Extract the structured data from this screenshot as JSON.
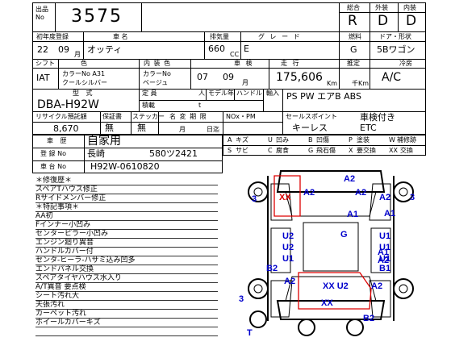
{
  "lot": {
    "label": "出品\nNo",
    "number": "3575"
  },
  "grades": {
    "total_label": "総合",
    "exterior_label": "外装",
    "interior_label": "内装",
    "total": "R",
    "exterior": "D",
    "interior": "D"
  },
  "row1": {
    "reg_label": "初年度登録",
    "name_label": "車 名",
    "displacement_label": "排気量",
    "grade_label": "グ レ ー ド",
    "fuel_label": "燃料",
    "door_label": "ドア・形状",
    "reg_year": "22",
    "reg_month": "09",
    "month_unit": "月",
    "car_name": "オッティ",
    "displacement": "660",
    "cc_unit": "CC",
    "grade": "E",
    "fuel": "G",
    "door": "5Bワゴン"
  },
  "row2": {
    "shift_label": "シフト",
    "color_label": "色",
    "interior_label": "内 装 色",
    "inspection_label": "車 検",
    "mileage_label": "走 行",
    "estimate_label": "推定",
    "ac_label": "冷房",
    "shift": "IAT",
    "color_no": "カラーNo A31",
    "color_name": "クールシルバー",
    "interior_color_no": "カラーNo",
    "interior_color_name": "ベージュ",
    "inspection_year": "07",
    "inspection_month": "09",
    "month_unit": "月",
    "mileage": "175,606",
    "km_unit": "Km",
    "thousand_km": "千Km",
    "ac": "A/C"
  },
  "row3": {
    "model_label": "型 式",
    "capacity_label": "定 員",
    "capacity_unit": "人",
    "model_year_label": "モデル年",
    "handle_label": "ハンドル",
    "import_label": "輸入",
    "load_label": "積載",
    "load_unit": "t",
    "model": "DBA-H92W",
    "equipment": "PS PW エアB ABS"
  },
  "row4": {
    "recycle_label": "リサイクル預託額",
    "warranty_label": "保証書",
    "sticker_label": "ステッカー",
    "change_label": "名 変 期 限",
    "nox_label": "NOx・PM",
    "sales_label": "セールスポイント",
    "recycle_amount": "8,670",
    "warranty": "無",
    "sticker": "無",
    "month_unit": "月",
    "date_unit": "日迄",
    "sales_point": "車検付き",
    "keyless": "キーレス",
    "etc": "ETC"
  },
  "history": {
    "history_label": "車 歴",
    "history_value": "自家用",
    "number_label": "登 録 No",
    "number_region": "長崎",
    "number_plate": "580ツ2421",
    "frame_label": "車 台 No",
    "frame_value": "H92W-0610820"
  },
  "legend": [
    {
      "code": "A",
      "text": "キズ"
    },
    {
      "code": "U",
      "text": "凹み"
    },
    {
      "code": "B",
      "text": "凹傷"
    },
    {
      "code": "P",
      "text": "塗装"
    },
    {
      "code": "W",
      "text": "補修跡"
    },
    {
      "code": "S",
      "text": "サビ"
    },
    {
      "code": "C",
      "text": "腐食"
    },
    {
      "code": "G",
      "text": "飛石傷"
    },
    {
      "code": "X",
      "text": "要交換"
    },
    {
      "code": "XX",
      "text": "交換"
    }
  ],
  "notes": [
    "＊修復歴＊",
    "スペアTハウス修正",
    "Rサイドメンバー修正",
    "＊特記事項＊",
    "AA初",
    "Fインナー小凹み",
    "センターピラー小凹み",
    "エンジン廻り異音",
    "ハンドルカバー付",
    "センタ-ヒーラ-ハサミ込み凹多",
    "エンドパネル交換",
    "スペアタイヤハウス水入り",
    "A/T異音 要点検",
    "シート汚れ大",
    "天張汚れ",
    "カーペット汚れ",
    "ホイールカバーキズ"
  ],
  "diagram_marks": {
    "m1": "A2",
    "m2": "A2",
    "m3": "3",
    "m4": "XX",
    "m5": "A2",
    "m6": "A2",
    "m7": "3",
    "m8": "A1",
    "m9": "A1",
    "m10": "G",
    "m11": "U2",
    "m12": "U1",
    "m13": "U2",
    "m14": "U1",
    "m15": "U1",
    "m16": "U1",
    "m17": "B2",
    "m18": "A1",
    "m19": "A2",
    "m20": "B1",
    "m21": "A2",
    "m22": "XX U2",
    "m23": "A2",
    "m24": "XX",
    "m25": "3",
    "m26": "B2",
    "m27": "T"
  }
}
